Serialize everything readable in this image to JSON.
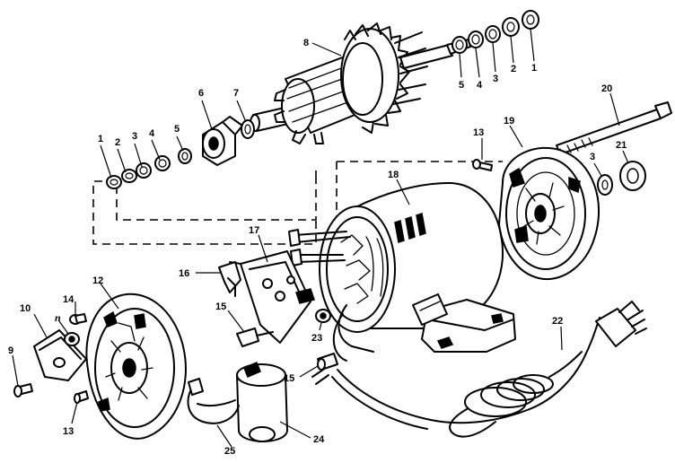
{
  "callouts": [
    {
      "id": "c1a",
      "text": "1"
    },
    {
      "id": "c2a",
      "text": "2"
    },
    {
      "id": "c3a",
      "text": "3"
    },
    {
      "id": "c4a",
      "text": "4"
    },
    {
      "id": "c5a",
      "text": "5"
    },
    {
      "id": "c6",
      "text": "6"
    },
    {
      "id": "c7",
      "text": "7"
    },
    {
      "id": "c8",
      "text": "8"
    },
    {
      "id": "c5b",
      "text": "5"
    },
    {
      "id": "c4b",
      "text": "4"
    },
    {
      "id": "c3b",
      "text": "3"
    },
    {
      "id": "c2b",
      "text": "2"
    },
    {
      "id": "c1b",
      "text": "1"
    },
    {
      "id": "c20",
      "text": "20"
    },
    {
      "id": "c13a",
      "text": "13"
    },
    {
      "id": "c19",
      "text": "19"
    },
    {
      "id": "c3c",
      "text": "3"
    },
    {
      "id": "c21",
      "text": "21"
    },
    {
      "id": "c18",
      "text": "18"
    },
    {
      "id": "c17",
      "text": "17"
    },
    {
      "id": "c16",
      "text": "16"
    },
    {
      "id": "c15a",
      "text": "15"
    },
    {
      "id": "c23",
      "text": "23"
    },
    {
      "id": "c15b",
      "text": "15"
    },
    {
      "id": "c22",
      "text": "22"
    },
    {
      "id": "c14",
      "text": "14"
    },
    {
      "id": "c12",
      "text": "12"
    },
    {
      "id": "c10",
      "text": "10"
    },
    {
      "id": "c11",
      "text": "n"
    },
    {
      "id": "c9",
      "text": "9"
    },
    {
      "id": "c13b",
      "text": "13"
    },
    {
      "id": "c24",
      "text": "24"
    },
    {
      "id": "c25",
      "text": "25"
    }
  ]
}
